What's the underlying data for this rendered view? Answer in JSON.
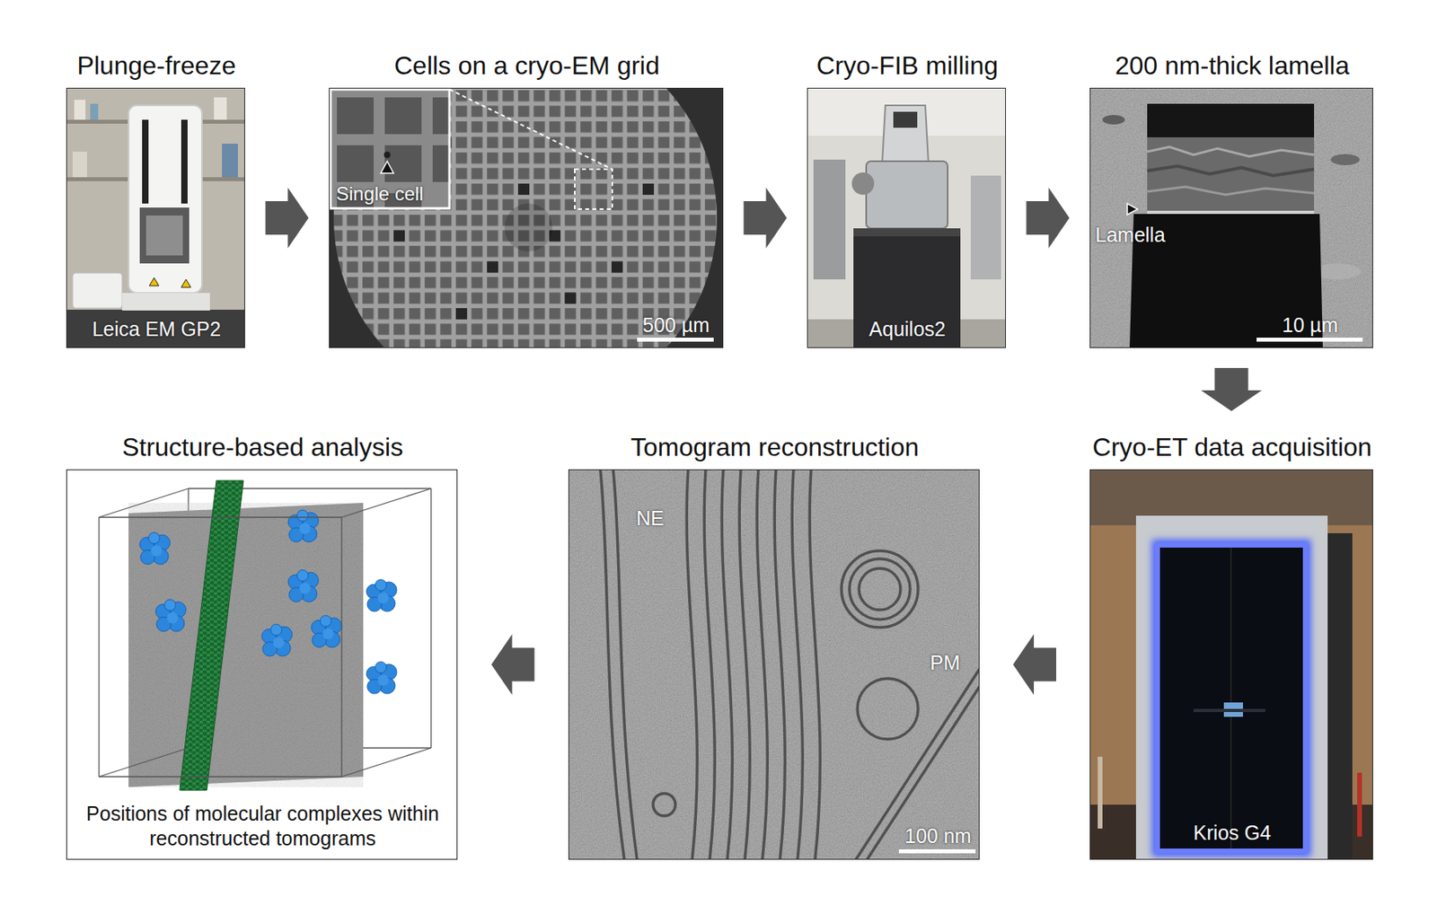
{
  "diagram": {
    "nodes": [
      {
        "text": [
          "Plunge-freeze",
          "Leica EM GP2"
        ]
      },
      {
        "text": [
          "Cells on a cryo-EM grid",
          "Single cell",
          "500 µm"
        ]
      },
      {
        "text": [
          "Cryo-FIB milling",
          "Aquilos2"
        ]
      },
      {
        "text": [
          "200 nm-thick lamella",
          "Lamella",
          "10 µm"
        ]
      },
      {
        "text": [
          "Cryo-ET data acquisition",
          "Krios G4"
        ]
      },
      {
        "text": [
          "Tomogram reconstruction",
          "NE",
          "PM",
          "100 nm"
        ]
      },
      {
        "text": [
          "Structure-based analysis",
          "Positions of molecular complexes within reconstructed tomograms"
        ]
      }
    ],
    "edges": [
      {
        "from": 0,
        "to": 1,
        "arrow": "to"
      },
      {
        "from": 1,
        "to": 2,
        "arrow": "to"
      },
      {
        "from": 2,
        "to": 3,
        "arrow": "to"
      },
      {
        "from": 3,
        "to": 4,
        "arrow": "to"
      },
      {
        "from": 4,
        "to": 5,
        "arrow": "to"
      },
      {
        "from": 5,
        "to": 6,
        "arrow": "to"
      }
    ]
  }
}
